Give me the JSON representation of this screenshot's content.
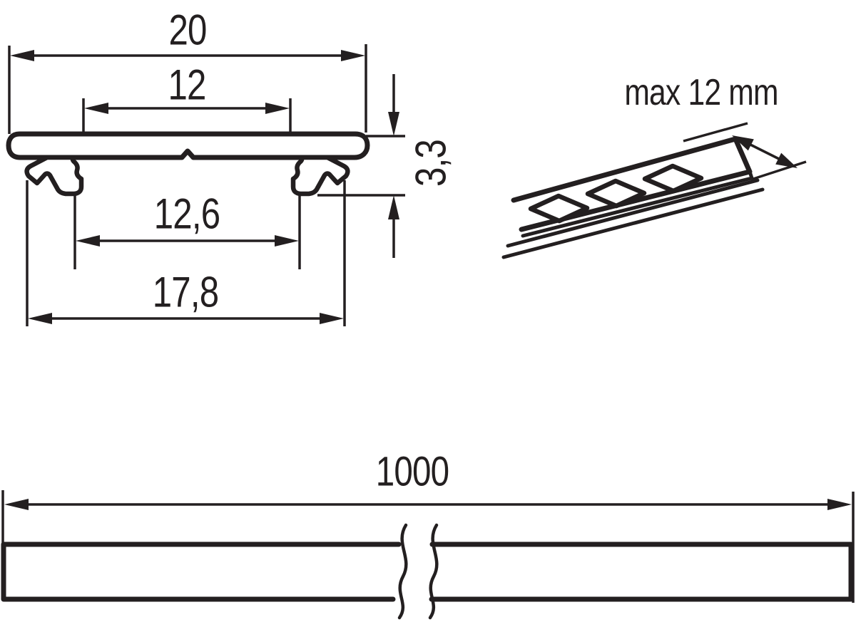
{
  "drawing": {
    "type": "technical-dimension-drawing",
    "colors": {
      "line": "#231f20",
      "background": "#ffffff"
    },
    "cross_section": {
      "dim_outer_width": "20",
      "dim_inner_top_width": "12",
      "dim_height": "3,3",
      "dim_inner_bottom_width": "12,6",
      "dim_clip_width": "17,8"
    },
    "led_strip": {
      "max_width_label": "max 12 mm"
    },
    "length_view": {
      "dim_length": "1000"
    }
  }
}
